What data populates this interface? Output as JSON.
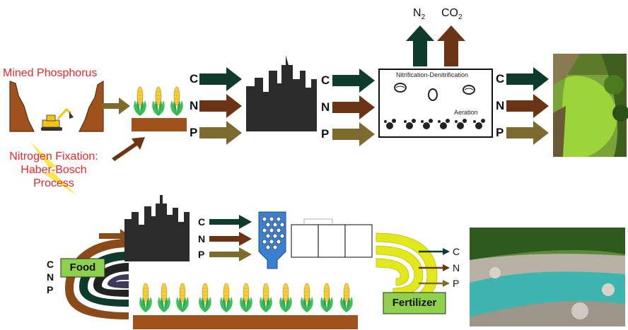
{
  "top": {
    "mined_phosphorus": "Mined Phosphorus",
    "nitrogen_fixation": [
      "Nitrogen Fixation:",
      "Haber-Bosch",
      "Process"
    ],
    "city_outputs": [
      "C",
      "N",
      "P"
    ],
    "crop_outputs": [
      "C",
      "N",
      "P"
    ],
    "treatment_outputs": [
      "C",
      "N",
      "P"
    ],
    "gases": {
      "n2": "N",
      "n2_sub": "2",
      "co2": "CO",
      "co2_sub": "2"
    },
    "treatment_title": "Nitrification-Denitrification",
    "treatment_aeration": "Aeration"
  },
  "bottom": {
    "food_label": "Food",
    "fertilizer_label": "Fertilizer",
    "cnp_stack": [
      "C",
      "N",
      "P"
    ],
    "city_outputs": [
      "C",
      "N",
      "P"
    ],
    "river_outputs": [
      "C",
      "N",
      "P"
    ]
  },
  "colors": {
    "carbon": "#0e3b2c",
    "nitrogen": "#6b3414",
    "phosphorus": "#7d6a2e",
    "food_green": "#8fd14f",
    "fertilizer_yellow": "#e3e81a",
    "soil": "#a0521d",
    "city": "#2b2b2b",
    "pond_green": "#6cae2e",
    "river_teal": "#3fb5b0",
    "red_text": "#e8262b"
  }
}
